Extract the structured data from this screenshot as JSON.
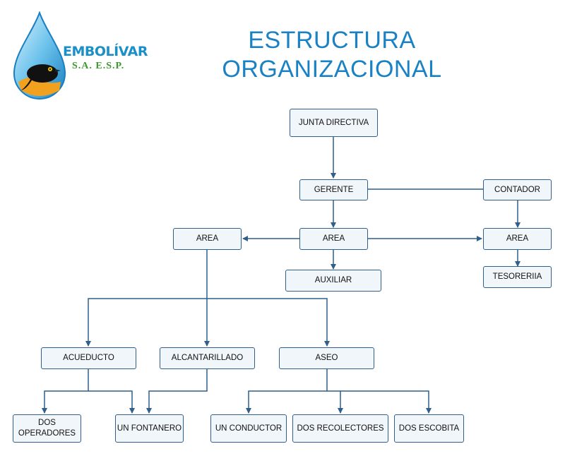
{
  "title": {
    "line1": "ESTRUCTURA",
    "line2": "ORGANIZACIONAL"
  },
  "logo": {
    "name": "EMBOLÍVAR",
    "subtitle": "S.A. E.S.P."
  },
  "colors": {
    "title": "#1a82c4",
    "box_border": "#2f5f8a",
    "box_fill": "#f1f6fb",
    "connector": "#2f5f8a"
  },
  "nodes": {
    "junta": "JUNTA DIRECTIVA",
    "gerente": "GERENTE",
    "contador": "CONTADOR",
    "area_left": "AREA",
    "area_center": "AREA",
    "area_right": "AREA",
    "auxiliar": "AUXILIAR",
    "tesoreria": "TESORERIIA",
    "acueducto": "ACUEDUCTO",
    "alcantarillado": "ALCANTARILLADO",
    "aseo": "ASEO",
    "dos_operadores": "DOS OPERADORES",
    "un_fontanero": "UN FONTANERO",
    "un_conductor": "UN CONDUCTOR",
    "dos_recolectores": "DOS RECOLECTORES",
    "dos_escobita": "DOS ESCOBITA"
  },
  "edges": [
    {
      "from": "junta",
      "to": "gerente"
    },
    {
      "from": "gerente",
      "to": "contador"
    },
    {
      "from": "gerente",
      "to": "area_center"
    },
    {
      "from": "area_center",
      "to": "area_left"
    },
    {
      "from": "area_center",
      "to": "area_right"
    },
    {
      "from": "area_center",
      "to": "auxiliar"
    },
    {
      "from": "contador",
      "to": "area_right"
    },
    {
      "from": "area_right",
      "to": "tesoreria"
    },
    {
      "from": "area_left",
      "to": "acueducto"
    },
    {
      "from": "area_left",
      "to": "alcantarillado"
    },
    {
      "from": "area_left",
      "to": "aseo"
    },
    {
      "from": "acueducto",
      "to": "dos_operadores"
    },
    {
      "from": "acueducto",
      "to": "un_fontanero"
    },
    {
      "from": "alcantarillado",
      "to": "un_fontanero"
    },
    {
      "from": "aseo",
      "to": "un_conductor"
    },
    {
      "from": "aseo",
      "to": "dos_recolectores"
    },
    {
      "from": "aseo",
      "to": "dos_escobita"
    }
  ]
}
